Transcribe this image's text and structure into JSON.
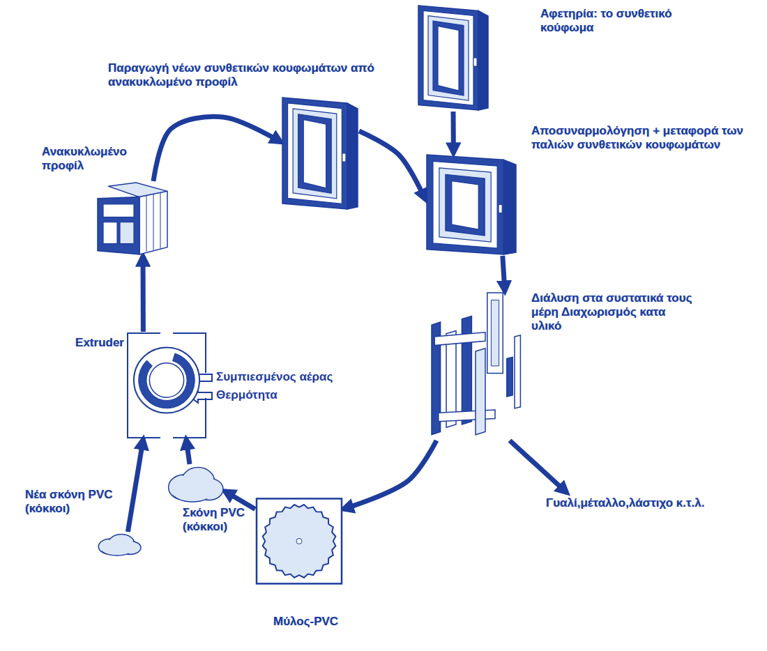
{
  "diagram": {
    "nodes": [
      {
        "text": [
          "Αφετηρία: το συνθετικό κούφωμα"
        ]
      },
      {
        "text": [
          "Αποσυναρμολόγηση + μεταφορά των παλιών συνθετικών κουφωμάτων"
        ]
      },
      {
        "text": [
          "Διάλυση στα συστατικά τους μέρη Διαχωρισμός κατα υλικό"
        ]
      },
      {
        "text": [
          "Γυαλί,μέταλλο,λάστιχο κ.τ.λ."
        ]
      },
      {
        "text": [
          "Μύλος-PVC"
        ]
      },
      {
        "text": [
          "Σκόνη PVC (κόκκοι)"
        ]
      },
      {
        "text": [
          "Νέα σκόνη PVC (κόκκοι)"
        ]
      },
      {
        "text": [
          "Extruder"
        ]
      },
      {
        "text": [
          "Ανακυκλωμένο προφίλ"
        ]
      },
      {
        "text": [
          "Παραγωγή νέων συνθετικών κουφωμάτων από ανακυκλωμένο προφίλ"
        ]
      }
    ],
    "edges": [
      {
        "from": 0,
        "to": 1,
        "arrow": "to"
      },
      {
        "from": 1,
        "to": 2,
        "arrow": "to"
      },
      {
        "from": 2,
        "to": 3,
        "arrow": "to"
      },
      {
        "from": 2,
        "to": 4,
        "arrow": "to"
      },
      {
        "from": 4,
        "to": 5,
        "arrow": "to"
      },
      {
        "from": 5,
        "to": 7,
        "arrow": "to"
      },
      {
        "from": 6,
        "to": 7,
        "arrow": "to"
      },
      {
        "from": 7,
        "to": 8,
        "arrow": "to"
      },
      {
        "from": 8,
        "to": 9,
        "arrow": "to"
      },
      {
        "from": 9,
        "to": 1,
        "arrow": "to"
      }
    ],
    "labels": [
      "Συμπιεσμένος αέρας",
      "Θερμότητα"
    ]
  }
}
